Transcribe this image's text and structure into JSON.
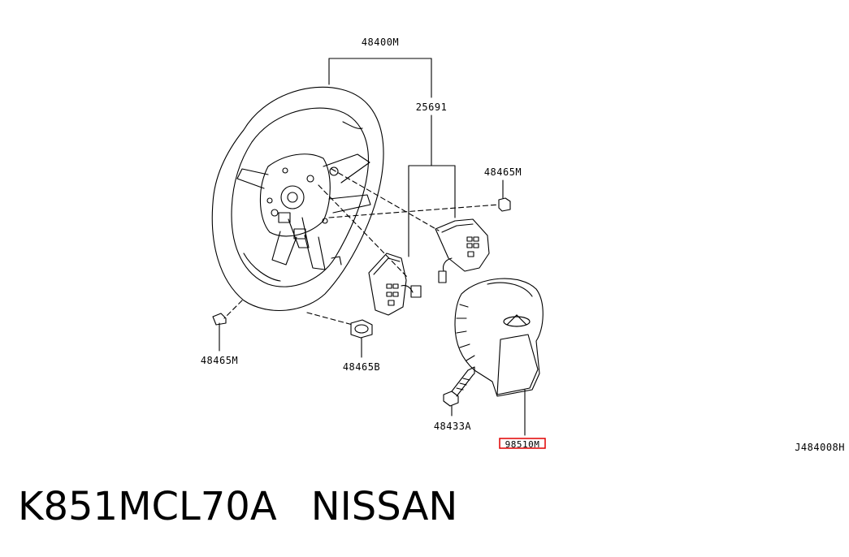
{
  "diagram": {
    "callouts": {
      "wheel_assembly": "48400M",
      "switch_assembly": "25691",
      "clip_right": "48465M",
      "clip_left": "48465M",
      "nut": "48465B",
      "bolt": "48433A",
      "airbag_module": "98510M"
    },
    "highlighted_part": "98510M",
    "highlight_color": "#e00000",
    "drawing_code": "J484008H",
    "logo_icon": "infiniti-logo-icon"
  },
  "footer": {
    "part_number": "K851MCL70A",
    "brand": "NISSAN"
  }
}
